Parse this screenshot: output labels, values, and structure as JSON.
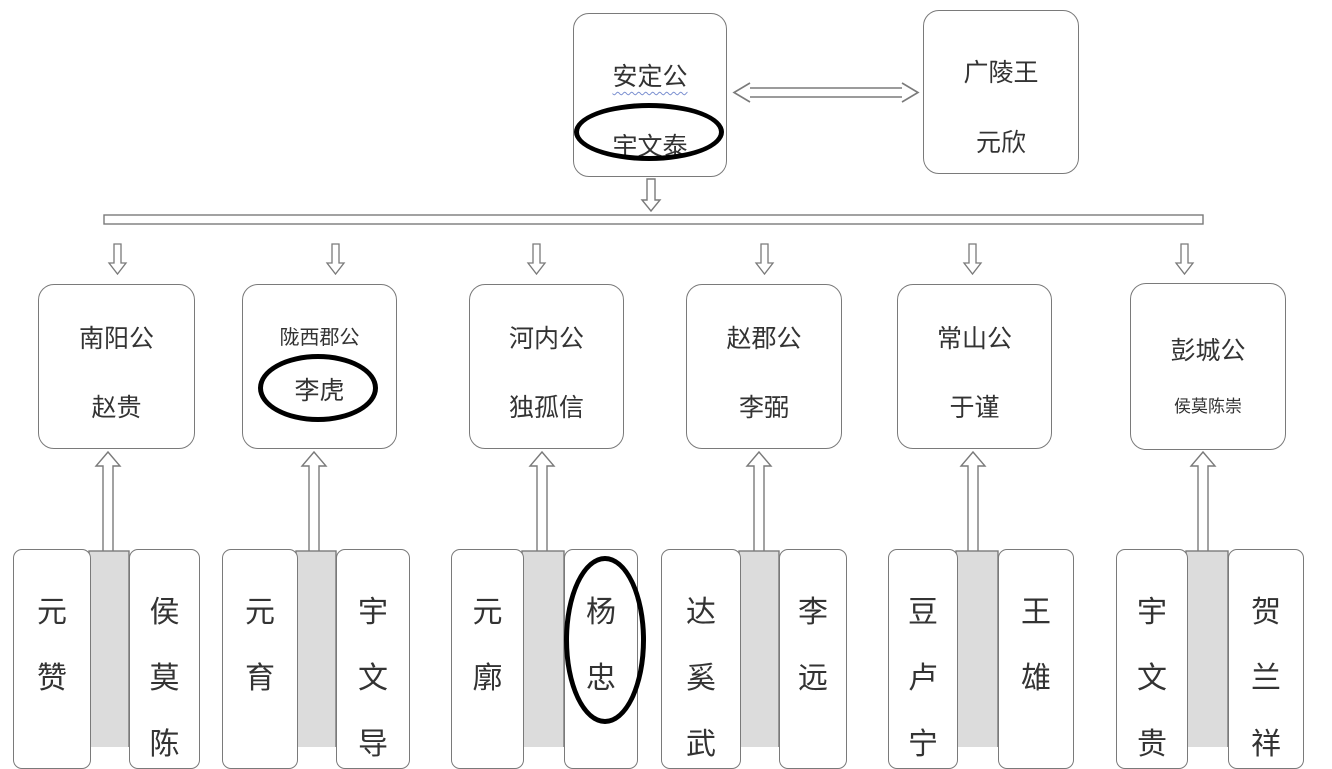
{
  "top": {
    "left": {
      "title": "安定公",
      "name": "宇文泰"
    },
    "right": {
      "title": "广陵王",
      "name": "元欣"
    }
  },
  "columns": [
    {
      "title": "南阳公",
      "name": "赵贵",
      "subs": [
        "元赞",
        "侯莫陈"
      ]
    },
    {
      "title": "陇西郡公",
      "name": "李虎",
      "subs": [
        "元育",
        "宇文导"
      ]
    },
    {
      "title": "河内公",
      "name": "独孤信",
      "subs": [
        "元廓",
        "杨忠"
      ]
    },
    {
      "title": "赵郡公",
      "name": "李弼",
      "subs": [
        "达奚武",
        "李远"
      ]
    },
    {
      "title": "常山公",
      "name": "于谨",
      "subs": [
        "豆卢宁",
        "王雄"
      ]
    },
    {
      "title": "彭城公",
      "name": "侯莫陈崇",
      "subs": [
        "宇文贵",
        "贺兰祥"
      ]
    }
  ],
  "colors": {
    "border": "#7a7a7a",
    "connector_fill": "#dcdcdc",
    "circle": "#000000"
  }
}
